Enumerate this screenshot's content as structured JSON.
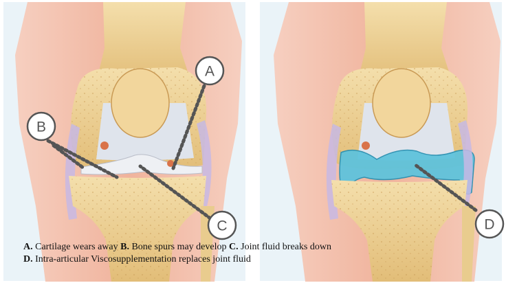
{
  "callouts": {
    "a": "A",
    "b": "B",
    "c": "C",
    "d": "D"
  },
  "caption": {
    "line1": [
      {
        "key": "A.",
        "text": " Cartilage wears away "
      },
      {
        "key": "B.",
        "text": " Bone spurs may develop "
      },
      {
        "key": "C.",
        "text": " Joint fluid breaks down"
      }
    ],
    "line2": [
      {
        "key": "D.",
        "text": " Intra-articular Viscosupplementation replaces joint fluid"
      }
    ]
  },
  "colors": {
    "background_panel": "#eaf3f8",
    "skin": "#f0b6a0",
    "bone": "#efd59a",
    "bone_shadow": "#d9b46e",
    "ligament": "#c7b8e4",
    "cartilage": "#eef0f4",
    "synovial_fluid": "#5fc3dc",
    "callout_stroke": "#555555",
    "leader_line": "#555555"
  }
}
